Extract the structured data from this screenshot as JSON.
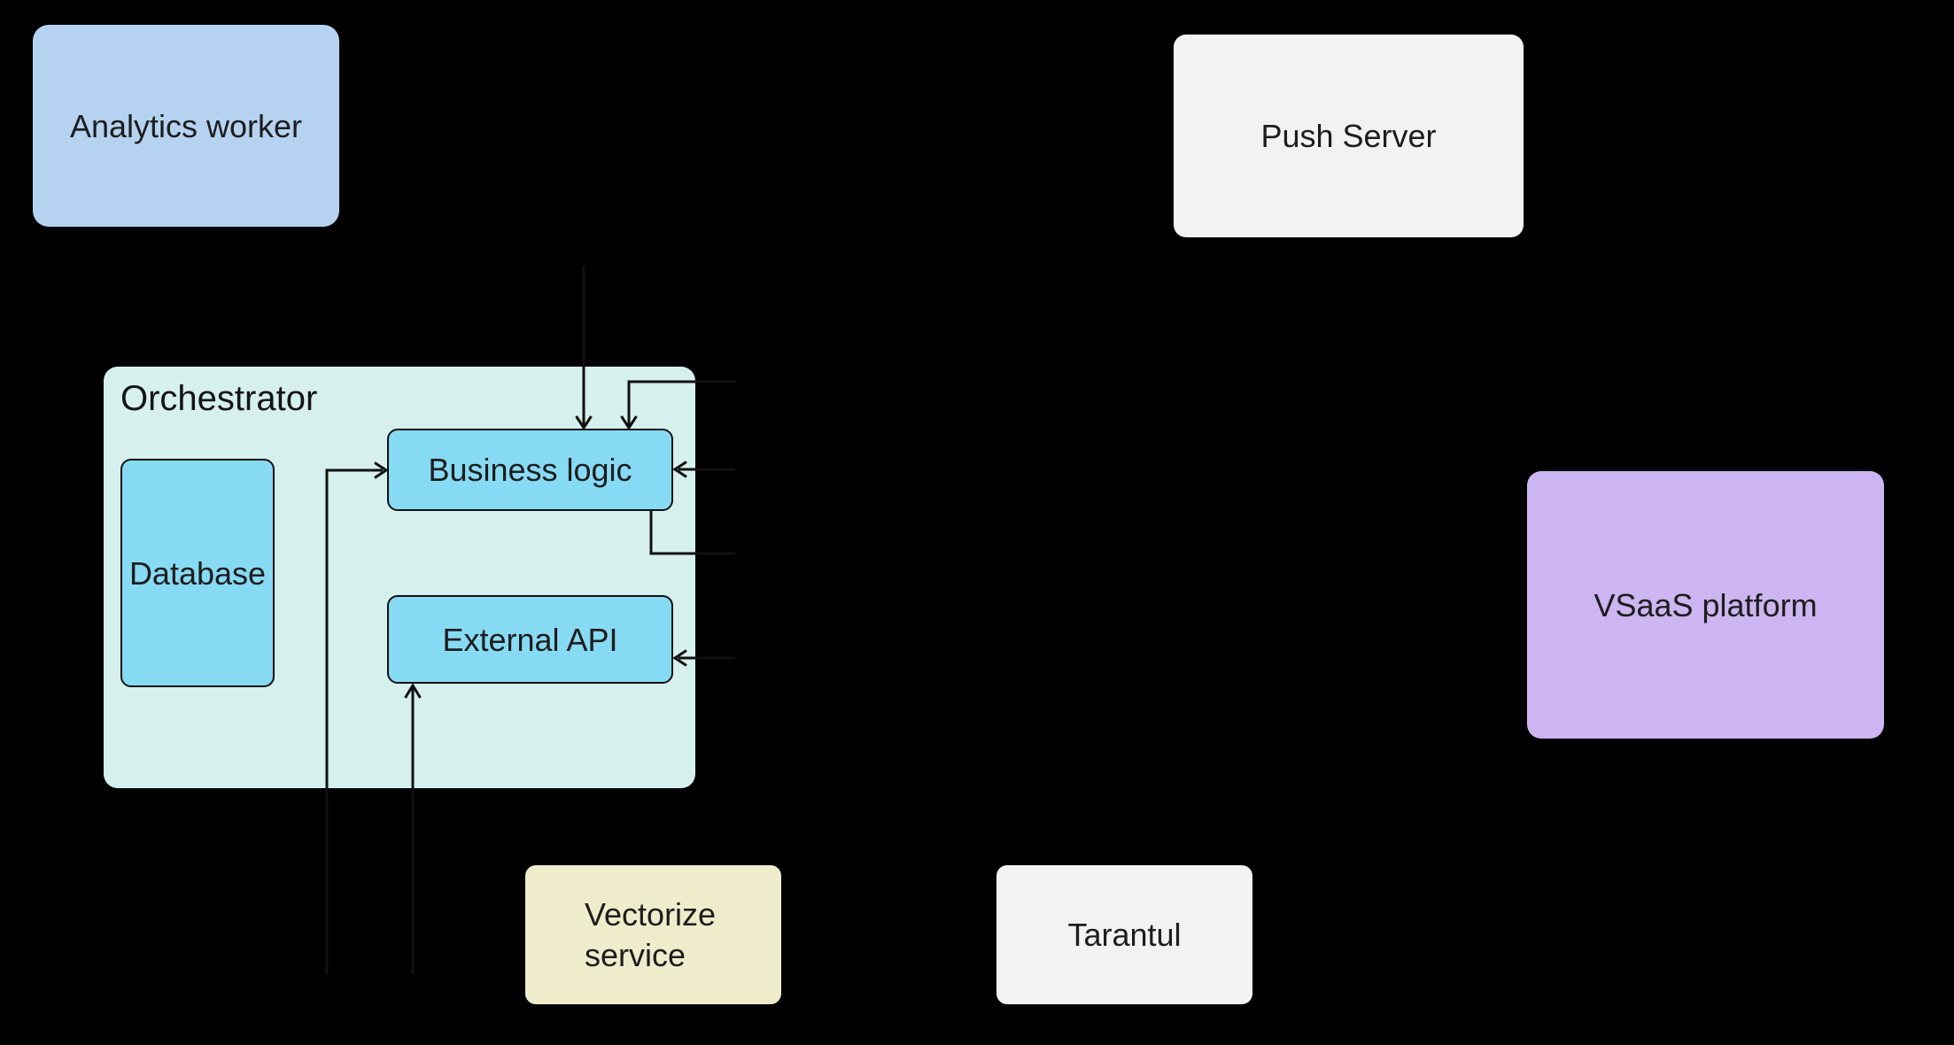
{
  "canvas": {
    "background": "#000000",
    "connector_color": "#111111",
    "text_color": "#1d1d1d"
  },
  "nodes": {
    "analytics_worker": {
      "label": "Analytics worker",
      "fill": "#b5d3f0"
    },
    "push_server": {
      "label": "Push Server",
      "fill": "#f2f2f2"
    },
    "orchestrator": {
      "label": "Orchestrator",
      "fill": "#d5f0ed"
    },
    "database": {
      "label": "Database",
      "fill": "#87daf3"
    },
    "business_logic": {
      "label": "Business logic",
      "fill": "#87daf3"
    },
    "external_api": {
      "label": "External API",
      "fill": "#87daf3"
    },
    "vsaas_platform": {
      "label": "VSaaS platform",
      "fill": "#ccb5f0"
    },
    "vectorize_service": {
      "label_lines": [
        "Vectorize",
        "service"
      ],
      "fill": "#eeeccb"
    },
    "tarantul": {
      "label": "Tarantul",
      "fill": "#f2f2f2"
    }
  },
  "connectors": [
    {
      "name": "top-line-1-into-business-logic",
      "direction": "down"
    },
    {
      "name": "top-elbow-into-business-logic",
      "direction": "down"
    },
    {
      "name": "left-elbow-into-business-logic",
      "direction": "right"
    },
    {
      "name": "right-line-into-business-logic",
      "direction": "left"
    },
    {
      "name": "elbow-out-of-business-logic-bottom-right",
      "direction": "right"
    },
    {
      "name": "right-line-into-external-api",
      "direction": "left"
    },
    {
      "name": "bottom-line-into-external-api",
      "direction": "up"
    }
  ]
}
